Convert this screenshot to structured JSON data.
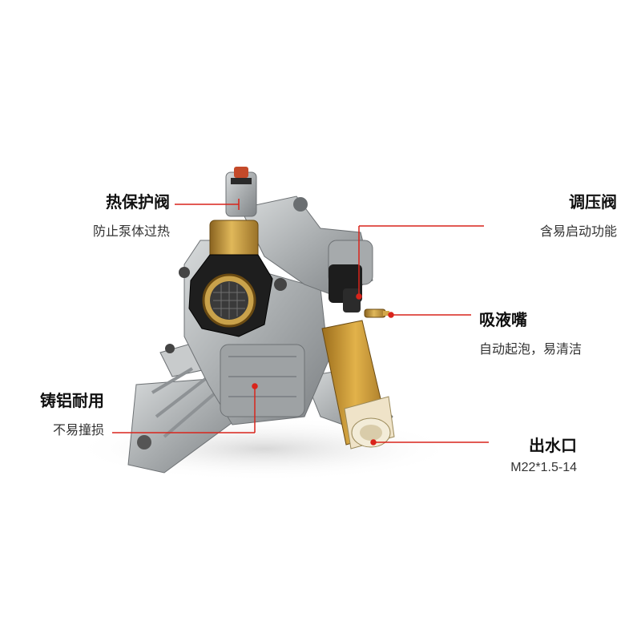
{
  "callouts": {
    "heat_valve": {
      "title": "热保护阀",
      "desc": "防止泵体过热"
    },
    "cast_aluminum": {
      "title": "铸铝耐用",
      "desc": "不易撞损"
    },
    "pressure_valve": {
      "title": "调压阀",
      "desc": "含易启动功能"
    },
    "suction_nozzle": {
      "title": "吸液嘴",
      "desc": "自动起泡，易清洁"
    },
    "outlet": {
      "title": "出水口",
      "desc": "M22*1.5-14"
    }
  },
  "colors": {
    "leader_line": "#d9241b",
    "brass": "#c79a3c",
    "metal": "#b9bdbf",
    "dark": "#1c1c1c"
  }
}
